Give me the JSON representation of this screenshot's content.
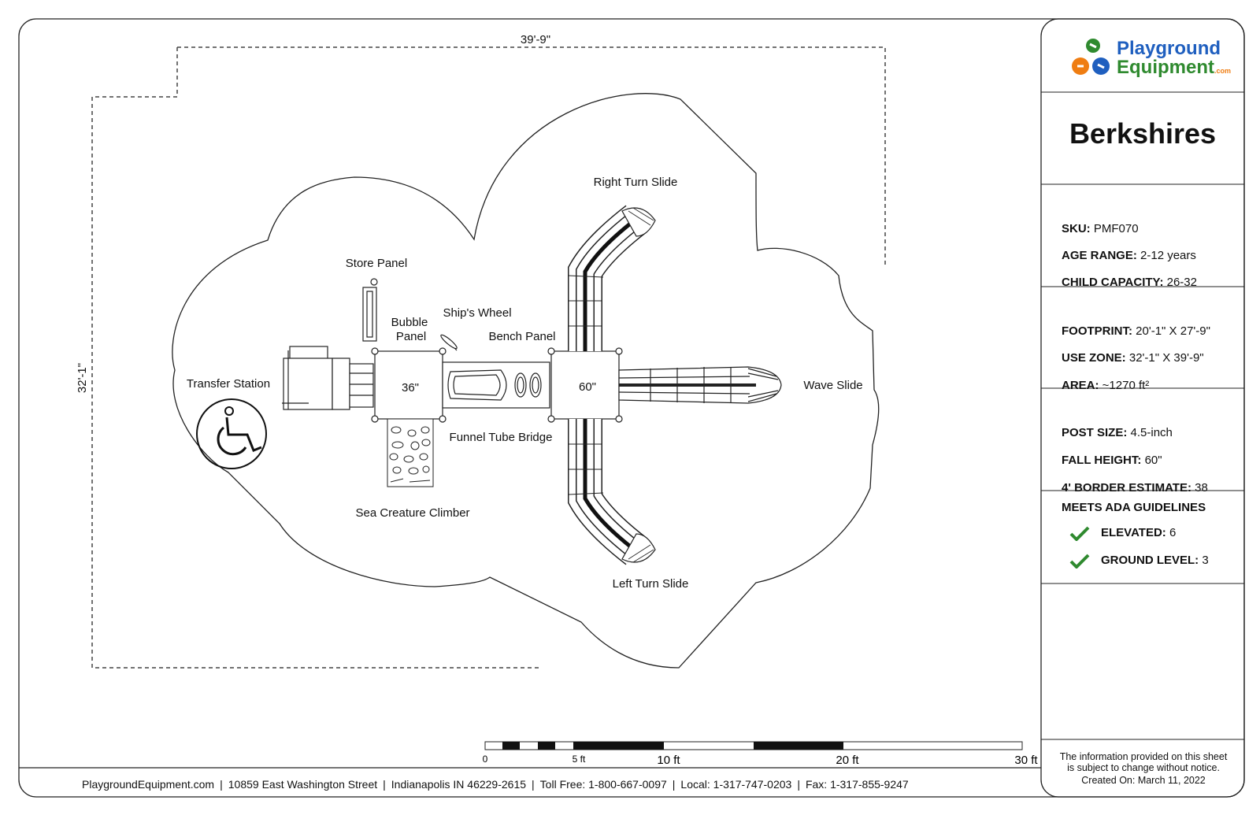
{
  "brand": {
    "line1": "Playground",
    "line2": "Equipment",
    "suffix": ".com",
    "colors": {
      "blue": "#1f5fbf",
      "green": "#2f8a2f",
      "orange": "#ef7d12"
    }
  },
  "title": "Berkshires",
  "specs": {
    "sku": {
      "label": "SKU:",
      "value": "PMF070"
    },
    "age_range": {
      "label": "AGE RANGE:",
      "value": "2-12 years"
    },
    "child_capacity": {
      "label": "CHILD CAPACITY:",
      "value": "26-32"
    },
    "footprint": {
      "label": "FOOTPRINT:",
      "value": "20'-1\" X 27'-9\""
    },
    "use_zone": {
      "label": "USE ZONE:",
      "value": "32'-1\" X 39'-9\""
    },
    "area": {
      "label": "AREA:",
      "value": "~1270 ft²"
    },
    "post_size": {
      "label": "POST SIZE:",
      "value": "4.5-inch"
    },
    "fall_height": {
      "label": "FALL HEIGHT:",
      "value": "60\""
    },
    "border_estimate": {
      "label": "4' BORDER ESTIMATE:",
      "value": "38"
    }
  },
  "ada": {
    "title": "MEETS ADA GUIDELINES",
    "elevated": {
      "label": "ELEVATED:",
      "value": "6"
    },
    "ground_level": {
      "label": "GROUND LEVEL:",
      "value": "3"
    },
    "check_color": "#2f8a2f"
  },
  "notice": {
    "line1": "The information provided on this sheet",
    "line2": "is subject to change without notice.",
    "created": "Created On: March 11, 2022"
  },
  "footer": {
    "site": "PlaygroundEquipment.com",
    "address": "10859 East Washington Street",
    "city": "Indianapolis IN  46229-2615",
    "toll_free": "Toll Free: 1-800-667-0097",
    "local": "Local: 1-317-747-0203",
    "fax": "Fax: 1-317-855-9247"
  },
  "dimensions": {
    "width": "39'-9\"",
    "height": "32'-1\""
  },
  "scale_bar": {
    "labels": [
      "0",
      "5 ft",
      "10 ft",
      "20 ft",
      "30 ft"
    ]
  },
  "components": {
    "right_turn_slide": "Right Turn Slide",
    "left_turn_slide": "Left Turn Slide",
    "wave_slide": "Wave Slide",
    "store_panel": "Store Panel",
    "bubble_panel_1": "Bubble",
    "bubble_panel_2": "Panel",
    "ships_wheel": "Ship's Wheel",
    "bench_panel": "Bench Panel",
    "transfer_station": "Transfer Station",
    "funnel_tube_bridge": "Funnel Tube Bridge",
    "sea_creature_climber": "Sea Creature Climber",
    "deck_36": "36\"",
    "deck_60": "60\""
  }
}
